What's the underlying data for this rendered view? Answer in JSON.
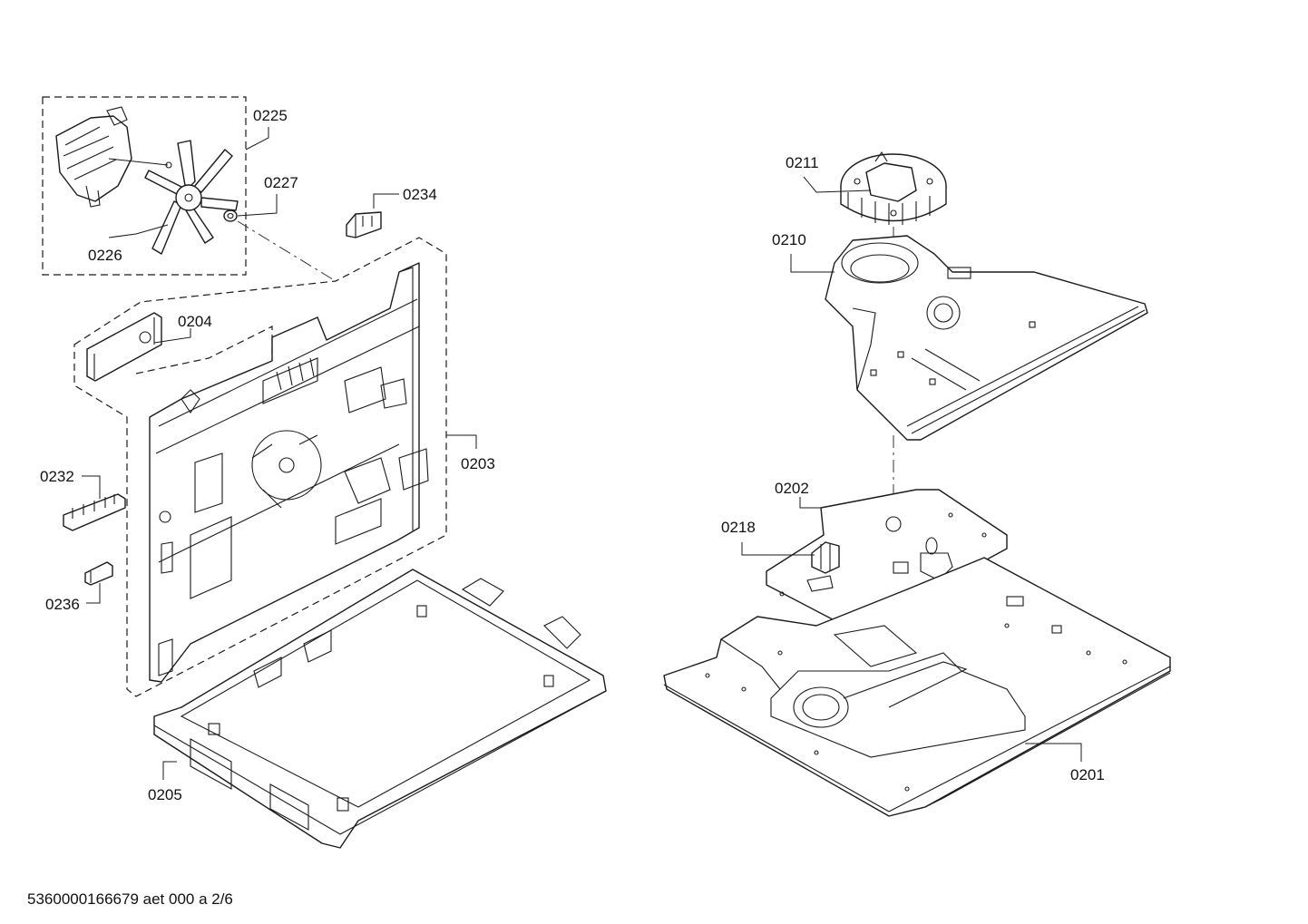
{
  "labels": {
    "p0225": "0225",
    "p0226": "0226",
    "p0227": "0227",
    "p0234": "0234",
    "p0204": "0204",
    "p0203": "0203",
    "p0232": "0232",
    "p0236": "0236",
    "p0205": "0205",
    "p0211": "0211",
    "p0210": "0210",
    "p0202": "0202",
    "p0218": "0218",
    "p0201": "0201"
  },
  "footer": {
    "code": "5360000166679 aet 000 a 2/6"
  }
}
